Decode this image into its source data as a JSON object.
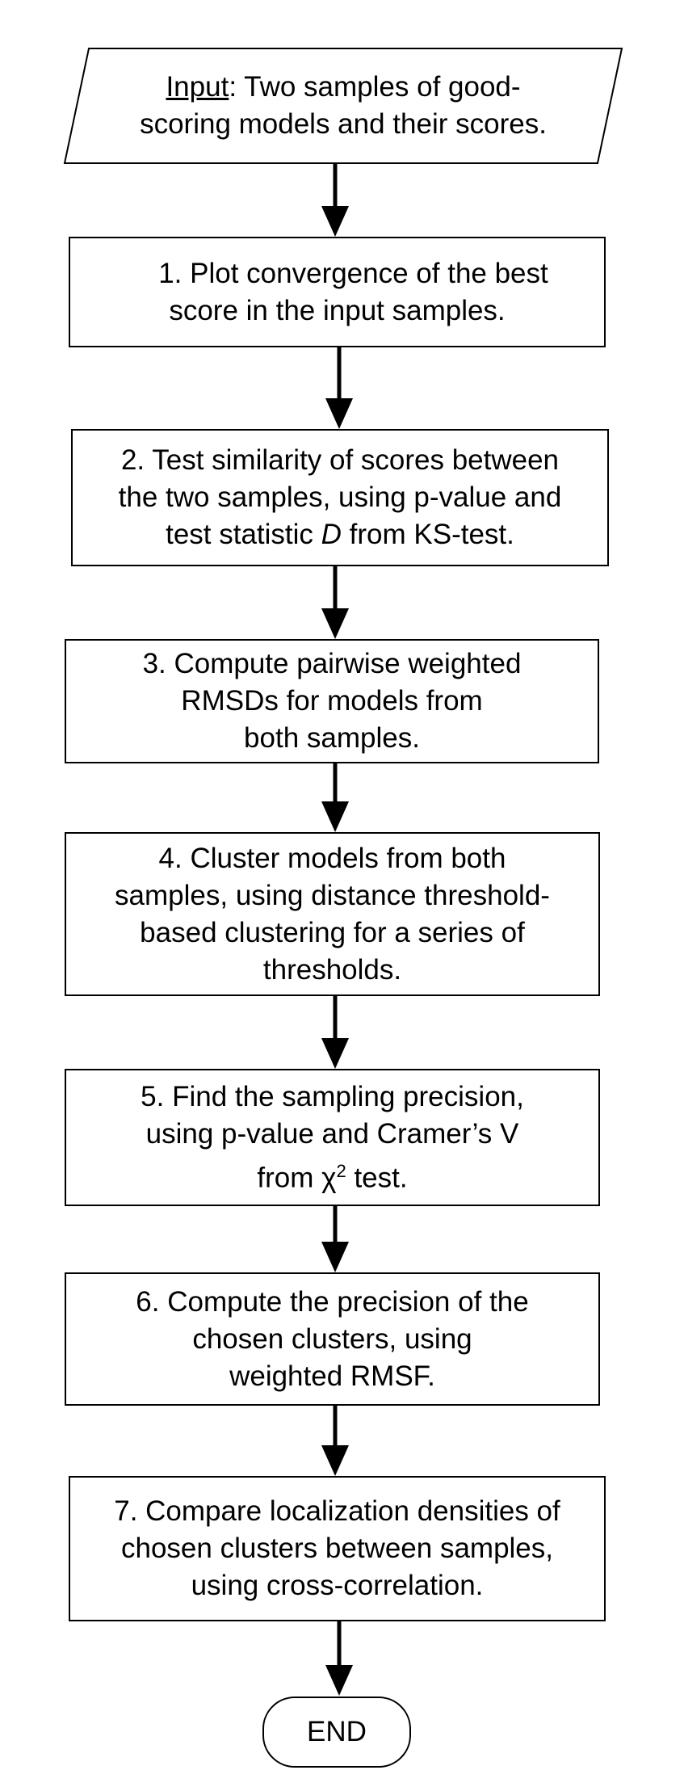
{
  "input": {
    "label": "Input",
    "colon": ":",
    "line1_rest": " Two samples of good-",
    "line2": "scoring models and their scores."
  },
  "steps": [
    {
      "lines": [
        "1. Plot convergence of the best",
        "score in the input samples."
      ]
    },
    {
      "lines": [
        "2. Test similarity of scores between",
        "the two samples, using p-value and"
      ],
      "line3_pre": "test statistic ",
      "line3_italic": "D",
      "line3_post": " from KS-test."
    },
    {
      "lines": [
        "3. Compute pairwise weighted",
        "RMSDs for models from",
        "both samples."
      ]
    },
    {
      "lines": [
        "4. Cluster models from both",
        "samples, using distance threshold-",
        "based clustering for a series of",
        "thresholds."
      ]
    },
    {
      "lines": [
        "5. Find the sampling precision,",
        "using p-value and Cramer’s V"
      ],
      "line3_pre": "from χ",
      "line3_sup": "2",
      "line3_post": " test."
    },
    {
      "lines": [
        "6. Compute the precision of the",
        "chosen clusters, using",
        "weighted RMSF."
      ]
    },
    {
      "lines": [
        "7. Compare localization densities of",
        "chosen clusters between samples,",
        "using cross-correlation."
      ]
    }
  ],
  "end_label": "END"
}
